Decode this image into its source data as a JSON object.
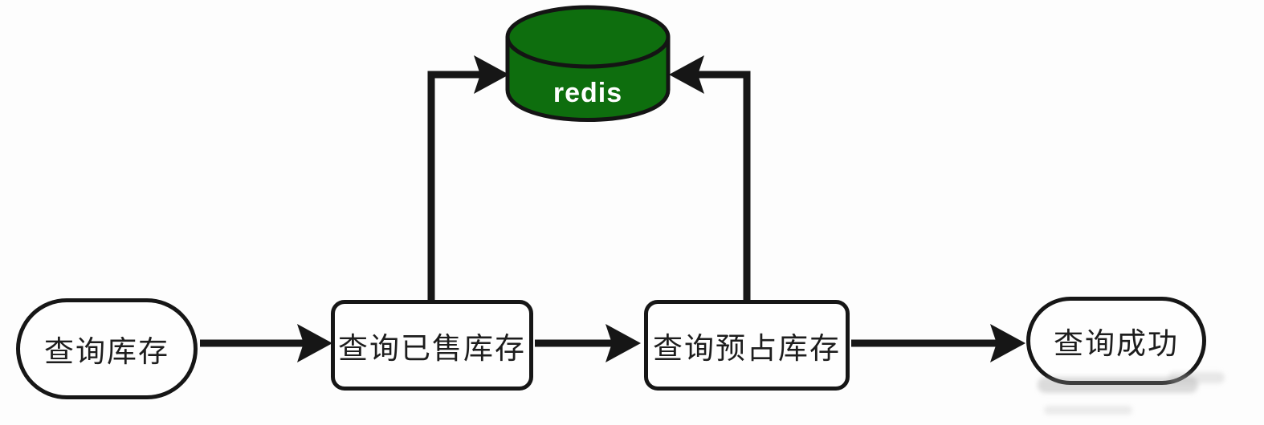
{
  "colors": {
    "background": "#fdfdfd",
    "line": "#161616",
    "node_fill": "#fefefe",
    "node_border": "#161616",
    "redis_green": "#0e6e0e",
    "redis_text": "#ffffff"
  },
  "database": {
    "label": "redis",
    "shape": "cylinder"
  },
  "nodes": [
    {
      "id": "start",
      "shape": "terminator",
      "label": "查询库存"
    },
    {
      "id": "sold",
      "shape": "process",
      "label": "查询已售库存"
    },
    {
      "id": "reserved",
      "shape": "process",
      "label": "查询预占库存"
    },
    {
      "id": "success",
      "shape": "terminator",
      "label": "查询成功"
    }
  ],
  "edges": [
    {
      "from": "查询库存",
      "to": "查询已售库存",
      "style": "straight-arrow"
    },
    {
      "from": "查询已售库存",
      "to": "查询预占库存",
      "style": "straight-arrow"
    },
    {
      "from": "查询预占库存",
      "to": "查询成功",
      "style": "straight-arrow"
    },
    {
      "from": "查询已售库存",
      "to": "redis",
      "style": "elbow-arrow-up"
    },
    {
      "from": "查询预占库存",
      "to": "redis",
      "style": "elbow-arrow-up"
    }
  ]
}
